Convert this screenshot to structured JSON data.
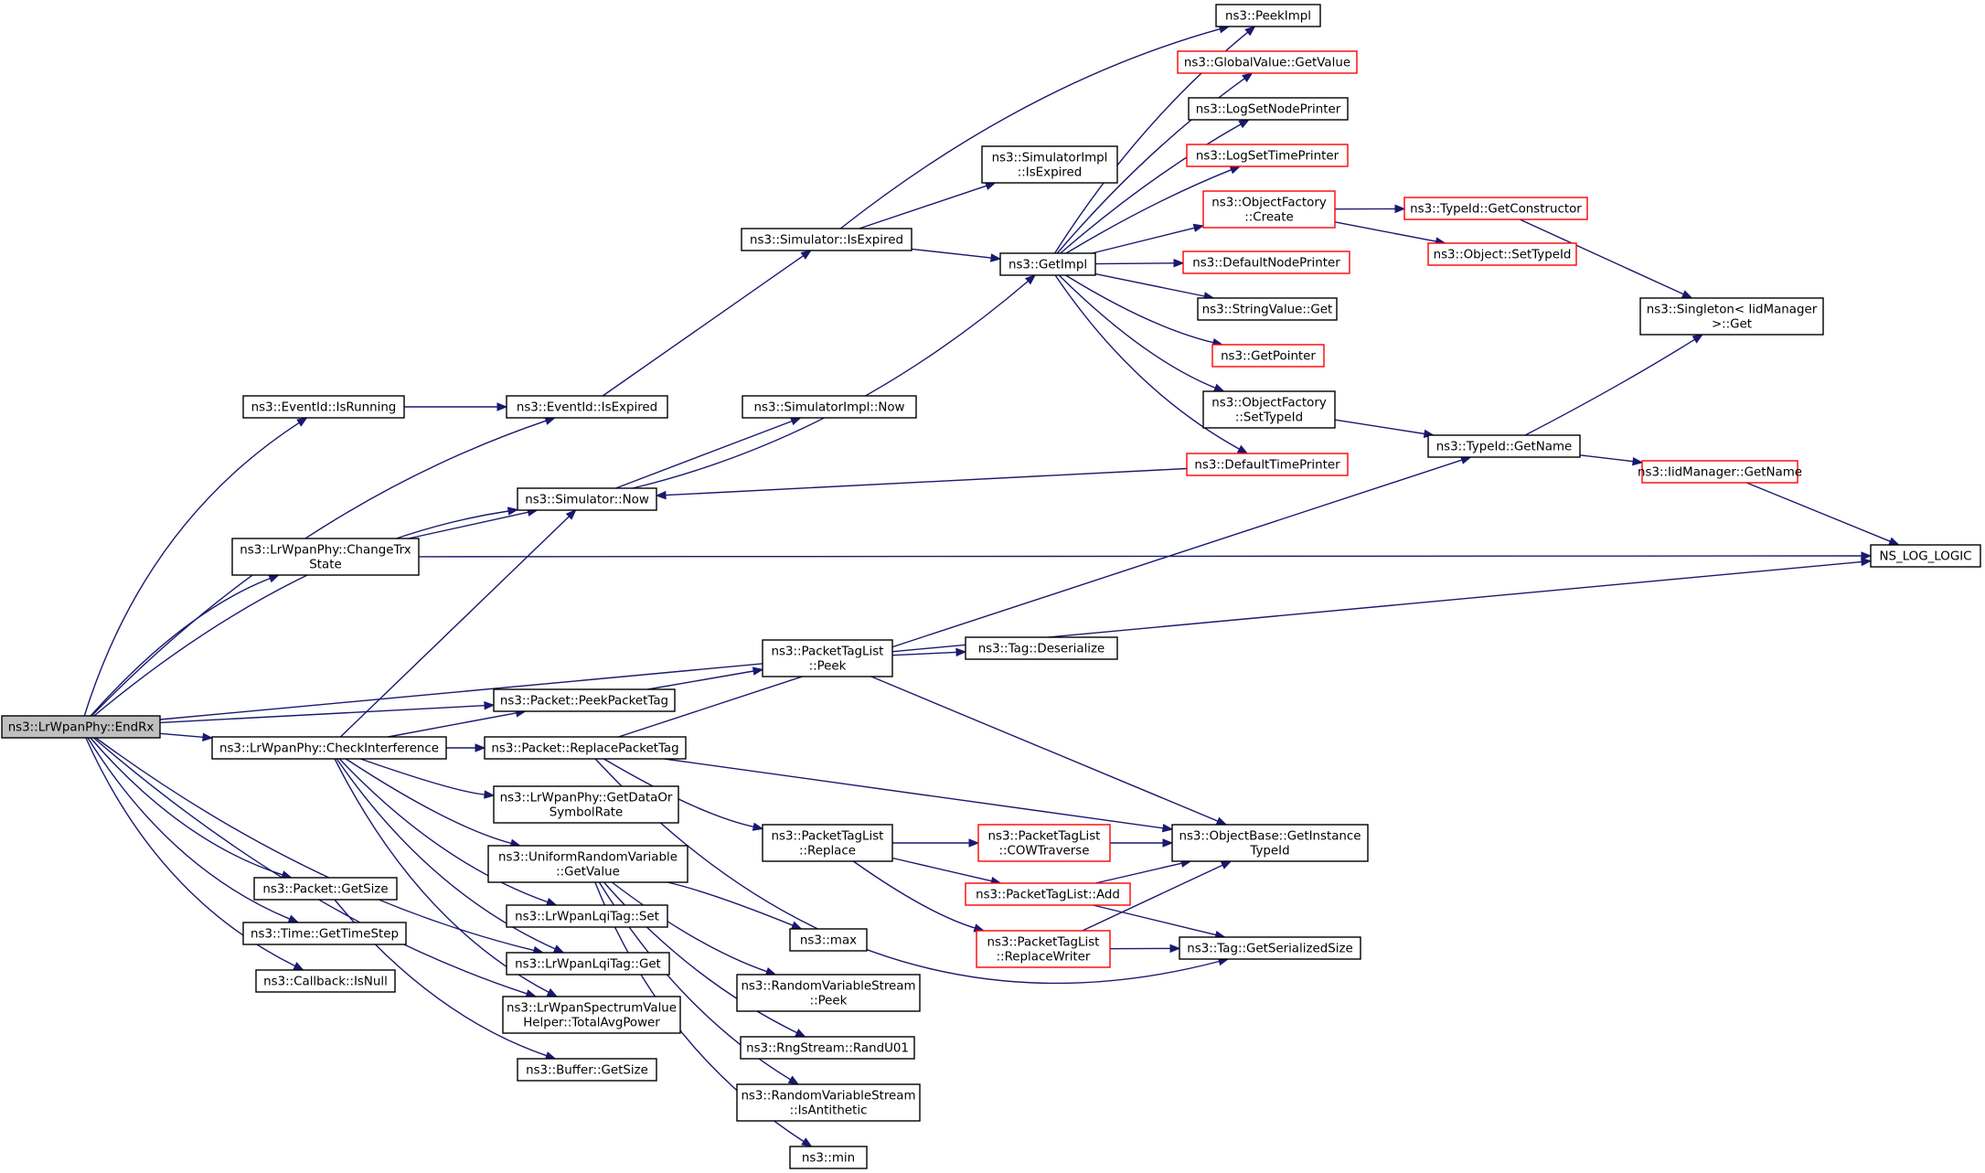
{
  "diagram": {
    "type": "call-graph",
    "colors": {
      "edge": "#191970",
      "node_border": "#000000",
      "truncated_border": "#ff0000",
      "root_fill": "#bfbfbf",
      "background": "#ffffff"
    },
    "nodes": [
      {
        "id": "endrx",
        "lines": [
          "ns3::LrWpanPhy::EndRx"
        ],
        "role": "root"
      },
      {
        "id": "isrunning",
        "lines": [
          "ns3::EventId::IsRunning"
        ]
      },
      {
        "id": "eid_isexpired",
        "lines": [
          "ns3::EventId::IsExpired"
        ]
      },
      {
        "id": "sim_isexpired",
        "lines": [
          "ns3::Simulator::IsExpired"
        ]
      },
      {
        "id": "simimpl_isexpired",
        "lines": [
          "ns3::SimulatorImpl",
          "::IsExpired"
        ]
      },
      {
        "id": "getimpl",
        "lines": [
          "ns3::GetImpl"
        ]
      },
      {
        "id": "peekimpl",
        "lines": [
          "ns3::PeekImpl"
        ]
      },
      {
        "id": "gv_getvalue",
        "lines": [
          "ns3::GlobalValue::GetValue"
        ],
        "truncated": true
      },
      {
        "id": "logsetnode",
        "lines": [
          "ns3::LogSetNodePrinter"
        ]
      },
      {
        "id": "logsettime",
        "lines": [
          "ns3::LogSetTimePrinter"
        ],
        "truncated": true
      },
      {
        "id": "of_create",
        "lines": [
          "ns3::ObjectFactory",
          "::Create"
        ],
        "truncated": true
      },
      {
        "id": "defnodeprinter",
        "lines": [
          "ns3::DefaultNodePrinter"
        ],
        "truncated": true
      },
      {
        "id": "stringvalue_get",
        "lines": [
          "ns3::StringValue::Get"
        ]
      },
      {
        "id": "getpointer",
        "lines": [
          "ns3::GetPointer"
        ],
        "truncated": true
      },
      {
        "id": "of_settypeid",
        "lines": [
          "ns3::ObjectFactory",
          "::SetTypeId"
        ]
      },
      {
        "id": "deftimeprinter",
        "lines": [
          "ns3::DefaultTimePrinter"
        ],
        "truncated": true
      },
      {
        "id": "typeid_getctor",
        "lines": [
          "ns3::TypeId::GetConstructor"
        ],
        "truncated": true
      },
      {
        "id": "object_settypeid",
        "lines": [
          "ns3::Object::SetTypeId"
        ],
        "truncated": true
      },
      {
        "id": "singleton_get",
        "lines": [
          "ns3::Singleton< IidManager",
          " >::Get"
        ]
      },
      {
        "id": "typeid_getname",
        "lines": [
          "ns3::TypeId::GetName"
        ]
      },
      {
        "id": "iidmanager_getname",
        "lines": [
          "ns3::IidManager::GetName"
        ],
        "truncated": true
      },
      {
        "id": "ns_log_logic",
        "lines": [
          "NS_LOG_LOGIC"
        ]
      },
      {
        "id": "simimpl_now",
        "lines": [
          "ns3::SimulatorImpl::Now"
        ]
      },
      {
        "id": "sim_now",
        "lines": [
          "ns3::Simulator::Now"
        ]
      },
      {
        "id": "changetrx",
        "lines": [
          "ns3::LrWpanPhy::ChangeTrx",
          "State"
        ]
      },
      {
        "id": "ptl_peek",
        "lines": [
          "ns3::PacketTagList",
          "::Peek"
        ]
      },
      {
        "id": "tag_deserialize",
        "lines": [
          "ns3::Tag::Deserialize"
        ]
      },
      {
        "id": "peekpackettag",
        "lines": [
          "ns3::Packet::PeekPacketTag"
        ]
      },
      {
        "id": "checkinterference",
        "lines": [
          "ns3::LrWpanPhy::CheckInterference"
        ]
      },
      {
        "id": "replacepackettag",
        "lines": [
          "ns3::Packet::ReplacePacketTag"
        ]
      },
      {
        "id": "getdatarate",
        "lines": [
          "ns3::LrWpanPhy::GetDataOr",
          "SymbolRate"
        ]
      },
      {
        "id": "urv_getvalue",
        "lines": [
          "ns3::UniformRandomVariable",
          "::GetValue"
        ]
      },
      {
        "id": "ptl_replace",
        "lines": [
          "ns3::PacketTagList",
          "::Replace"
        ]
      },
      {
        "id": "ptl_cow",
        "lines": [
          "ns3::PacketTagList",
          "::COWTraverse"
        ],
        "truncated": true
      },
      {
        "id": "ob_getinstance",
        "lines": [
          "ns3::ObjectBase::GetInstance",
          "TypeId"
        ]
      },
      {
        "id": "ptl_add",
        "lines": [
          "ns3::PacketTagList::Add"
        ],
        "truncated": true
      },
      {
        "id": "ptl_replacewriter",
        "lines": [
          "ns3::PacketTagList",
          "::ReplaceWriter"
        ],
        "truncated": true
      },
      {
        "id": "tag_getserialized",
        "lines": [
          "ns3::Tag::GetSerializedSize"
        ]
      },
      {
        "id": "packet_getsize",
        "lines": [
          "ns3::Packet::GetSize"
        ]
      },
      {
        "id": "lqitag_set",
        "lines": [
          "ns3::LrWpanLqiTag::Set"
        ]
      },
      {
        "id": "max",
        "lines": [
          "ns3::max"
        ]
      },
      {
        "id": "time_gettimestep",
        "lines": [
          "ns3::Time::GetTimeStep"
        ]
      },
      {
        "id": "lqitag_get",
        "lines": [
          "ns3::LrWpanLqiTag::Get"
        ]
      },
      {
        "id": "callback_isnull",
        "lines": [
          "ns3::Callback::IsNull"
        ]
      },
      {
        "id": "rvs_peek",
        "lines": [
          "ns3::RandomVariableStream",
          "::Peek"
        ]
      },
      {
        "id": "totalavgpower",
        "lines": [
          "ns3::LrWpanSpectrumValue",
          "Helper::TotalAvgPower"
        ]
      },
      {
        "id": "randu01",
        "lines": [
          "ns3::RngStream::RandU01"
        ]
      },
      {
        "id": "buffer_getsize",
        "lines": [
          "ns3::Buffer::GetSize"
        ]
      },
      {
        "id": "rvs_isantithetic",
        "lines": [
          "ns3::RandomVariableStream",
          "::IsAntithetic"
        ]
      },
      {
        "id": "min",
        "lines": [
          "ns3::min"
        ]
      }
    ],
    "edges": [
      [
        "endrx",
        "isrunning"
      ],
      [
        "endrx",
        "eid_isexpired"
      ],
      [
        "endrx",
        "sim_now"
      ],
      [
        "endrx",
        "changetrx"
      ],
      [
        "endrx",
        "ns_log_logic"
      ],
      [
        "endrx",
        "peekpackettag"
      ],
      [
        "endrx",
        "checkinterference"
      ],
      [
        "endrx",
        "lqitag_get"
      ],
      [
        "endrx",
        "totalavgpower"
      ],
      [
        "endrx",
        "packet_getsize"
      ],
      [
        "endrx",
        "time_gettimestep"
      ],
      [
        "endrx",
        "callback_isnull"
      ],
      [
        "isrunning",
        "eid_isexpired"
      ],
      [
        "eid_isexpired",
        "sim_isexpired"
      ],
      [
        "sim_isexpired",
        "simimpl_isexpired"
      ],
      [
        "sim_isexpired",
        "peekimpl"
      ],
      [
        "sim_isexpired",
        "getimpl"
      ],
      [
        "getimpl",
        "peekimpl"
      ],
      [
        "getimpl",
        "gv_getvalue"
      ],
      [
        "getimpl",
        "logsetnode"
      ],
      [
        "getimpl",
        "logsettime"
      ],
      [
        "getimpl",
        "of_create"
      ],
      [
        "getimpl",
        "defnodeprinter"
      ],
      [
        "getimpl",
        "stringvalue_get"
      ],
      [
        "getimpl",
        "getpointer"
      ],
      [
        "getimpl",
        "of_settypeid"
      ],
      [
        "getimpl",
        "deftimeprinter"
      ],
      [
        "of_create",
        "typeid_getctor"
      ],
      [
        "of_create",
        "object_settypeid"
      ],
      [
        "typeid_getctor",
        "singleton_get"
      ],
      [
        "of_settypeid",
        "typeid_getname"
      ],
      [
        "typeid_getname",
        "singleton_get"
      ],
      [
        "typeid_getname",
        "iidmanager_getname"
      ],
      [
        "iidmanager_getname",
        "ns_log_logic"
      ],
      [
        "deftimeprinter",
        "sim_now"
      ],
      [
        "sim_now",
        "simimpl_now"
      ],
      [
        "sim_now",
        "getimpl"
      ],
      [
        "changetrx",
        "sim_now"
      ],
      [
        "changetrx",
        "ns_log_logic"
      ],
      [
        "peekpackettag",
        "ptl_peek"
      ],
      [
        "ptl_peek",
        "tag_deserialize"
      ],
      [
        "ptl_peek",
        "ob_getinstance"
      ],
      [
        "checkinterference",
        "sim_now"
      ],
      [
        "checkinterference",
        "peekpackettag"
      ],
      [
        "checkinterference",
        "replacepackettag"
      ],
      [
        "checkinterference",
        "getdatarate"
      ],
      [
        "checkinterference",
        "urv_getvalue"
      ],
      [
        "checkinterference",
        "lqitag_set"
      ],
      [
        "checkinterference",
        "lqitag_get"
      ],
      [
        "checkinterference",
        "totalavgpower"
      ],
      [
        "replacepackettag",
        "typeid_getname"
      ],
      [
        "replacepackettag",
        "ob_getinstance"
      ],
      [
        "replacepackettag",
        "ptl_replace"
      ],
      [
        "replacepackettag",
        "tag_getserialized"
      ],
      [
        "ptl_replace",
        "ptl_cow"
      ],
      [
        "ptl_replace",
        "ptl_add"
      ],
      [
        "ptl_replace",
        "ptl_replacewriter"
      ],
      [
        "ptl_cow",
        "ob_getinstance"
      ],
      [
        "ptl_add",
        "ob_getinstance"
      ],
      [
        "ptl_add",
        "tag_getserialized"
      ],
      [
        "ptl_replacewriter",
        "ob_getinstance"
      ],
      [
        "ptl_replacewriter",
        "tag_getserialized"
      ],
      [
        "urv_getvalue",
        "max"
      ],
      [
        "urv_getvalue",
        "rvs_peek"
      ],
      [
        "urv_getvalue",
        "randu01"
      ],
      [
        "urv_getvalue",
        "rvs_isantithetic"
      ],
      [
        "urv_getvalue",
        "min"
      ],
      [
        "packet_getsize",
        "buffer_getsize"
      ]
    ]
  }
}
